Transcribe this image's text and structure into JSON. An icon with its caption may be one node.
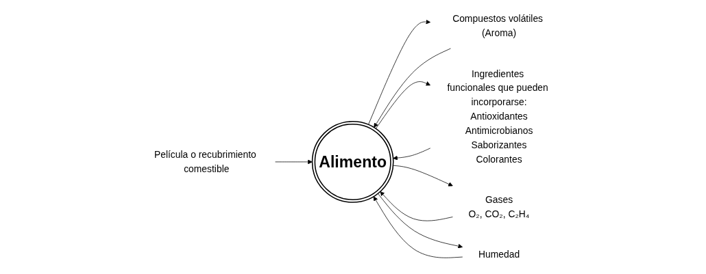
{
  "diagram": {
    "nodes": [
      {
        "text": [
          "Película o recubrimiento comestible"
        ]
      },
      {
        "text": [
          "Alimento"
        ]
      },
      {
        "text": [
          "Compuestos volátiles (Aroma)"
        ]
      },
      {
        "text": [
          "Ingredientes funcionales que pueden incorporarse:",
          "Antioxidantes",
          "Antimicrobianos",
          "Saborizantes",
          "Colorantes"
        ]
      },
      {
        "text": [
          "Gases",
          "O₂, CO₂, C₂H₄"
        ]
      },
      {
        "text": [
          "Humedad"
        ]
      }
    ],
    "edges": [
      {
        "from": 0,
        "to": 1,
        "arrow": "to"
      },
      {
        "from": 1,
        "to": 2,
        "arrow": "to"
      },
      {
        "from": 2,
        "to": 1,
        "arrow": "to"
      },
      {
        "from": 3,
        "to": 1,
        "arrow": "to"
      },
      {
        "from": 1,
        "to": 3,
        "arrow": "to"
      },
      {
        "from": 1,
        "to": 4,
        "arrow": "to"
      },
      {
        "from": 4,
        "to": 1,
        "arrow": "to"
      },
      {
        "from": 1,
        "to": 5,
        "arrow": "to"
      },
      {
        "from": 5,
        "to": 1,
        "arrow": "to"
      }
    ]
  }
}
